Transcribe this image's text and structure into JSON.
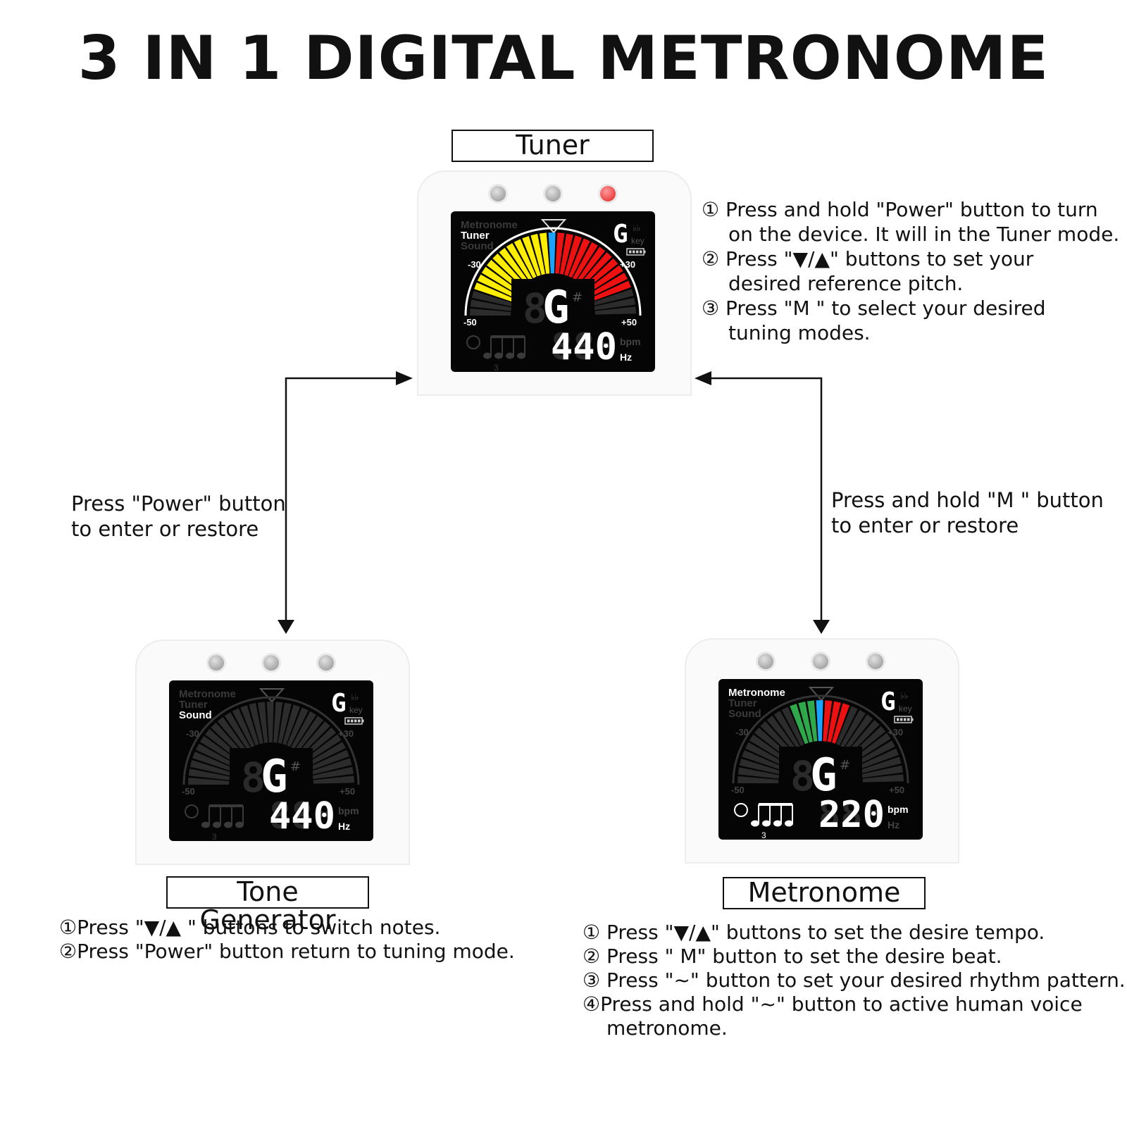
{
  "title": "3 IN 1 DIGITAL METRONOME",
  "colors": {
    "red_led": "#e11f1f",
    "yellow": "#ffee00",
    "red": "#ee1111",
    "blue": "#1aa3ff",
    "green": "#2ea84a",
    "dim": "#2c2c2c"
  },
  "tuner": {
    "label": "Tuner",
    "instructions": [
      {
        "num": "①",
        "line1": "Press and hold \"Power\" button to turn",
        "line2": "on the device. It will in the Tuner mode."
      },
      {
        "num": "②",
        "line1": "Press \"▼/▲\" buttons to set your",
        "line2": "desired reference pitch."
      },
      {
        "num": "③",
        "line1": "Press \"M \" to select your desired",
        "line2": "tuning modes."
      }
    ],
    "screen": {
      "mode_lines": [
        "Metronome",
        "Tuner",
        "Sound"
      ],
      "active_mode": "Tuner",
      "note": "G",
      "value": "440",
      "unit_top": "bpm",
      "unit_bottom": "Hz",
      "active_unit": "Hz"
    }
  },
  "tone": {
    "label": "Tone Generator",
    "instructions": [
      "①Press \"▼/▲ \" buttons to switch notes.",
      "②Press \"Power\" button return to tuning mode."
    ],
    "screen": {
      "mode_lines": [
        "Metronome",
        "Tuner",
        "Sound"
      ],
      "active_mode": "Sound",
      "note": "G",
      "value": "440",
      "unit_top": "bpm",
      "unit_bottom": "Hz",
      "active_unit": "Hz"
    }
  },
  "metronome": {
    "label": "Metronome",
    "instructions": [
      "① Press \"▼/▲\" buttons to set the desire tempo.",
      "② Press \" M\" button to set the desire beat.",
      "③ Press \"~\" button to set your desired rhythm pattern.",
      "④Press and hold \"~\" button to active human voice"
    ],
    "instructions_cont": "metronome.",
    "screen": {
      "mode_lines": [
        "Metronome",
        "Tuner",
        "Sound"
      ],
      "active_mode": "Metronome",
      "note": "G",
      "value": "220",
      "unit_top": "bpm",
      "unit_bottom": "Hz",
      "active_unit": "bpm"
    }
  },
  "scale_labels": [
    "-30",
    "+30",
    "-50",
    "+50"
  ],
  "key_label": "key",
  "flat_mark": "♭♭",
  "sharp_mark": "#",
  "triplet_mark": "3",
  "arrows": {
    "left_note": [
      "Press \"Power\" button",
      "to enter or restore"
    ],
    "right_note": [
      "Press and hold  \"M \" button",
      "to enter or restore"
    ]
  }
}
